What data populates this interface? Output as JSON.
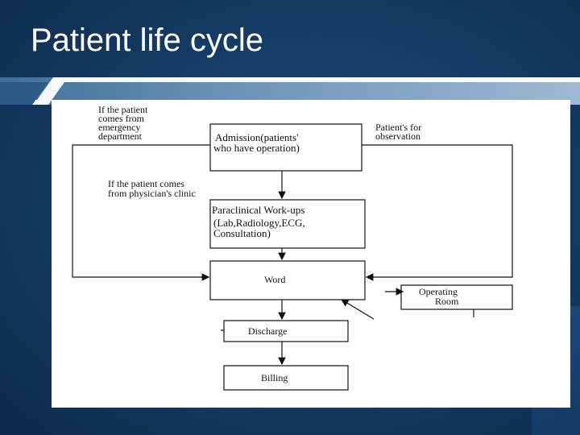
{
  "title": "Patient life cycle",
  "colors": {
    "background": "#143a63",
    "band": "#6b93b8",
    "diagram_bg": "#ffffff",
    "line": "#111111"
  },
  "diagram": {
    "notes": {
      "emergency_line1": "If the patient",
      "emergency_line2": "comes from",
      "emergency_line3": "emergency",
      "emergency_line4": "department",
      "observation_line1": "Patient's for",
      "observation_line2": "observation",
      "clinic_line1": "If the patient comes",
      "clinic_line2": "from physician's clinic"
    },
    "boxes": {
      "admission_line1": "Admission(patients'",
      "admission_line2": "who have operation)",
      "workup_line1": "Paraclinical Work-ups",
      "workup_line2": "(Lab,Radiology,ECG,",
      "workup_line3": "Consultation)",
      "ward": "Word",
      "operating_line1": "Operating",
      "operating_line2": "Room",
      "discharge": "Discharge",
      "billing": "Billing"
    }
  }
}
